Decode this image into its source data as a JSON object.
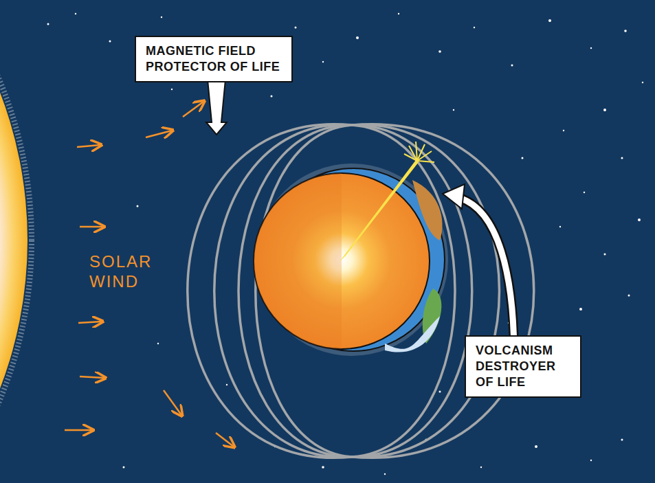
{
  "diagram": {
    "nodes": [
      {
        "text": [
          "MAGNETIC FIELD PROTECTOR OF LIFE"
        ]
      },
      {
        "text": [
          "VOLCANISM DESTROYER OF LIFE"
        ]
      }
    ],
    "labels": [
      "SOLAR WIND"
    ]
  }
}
